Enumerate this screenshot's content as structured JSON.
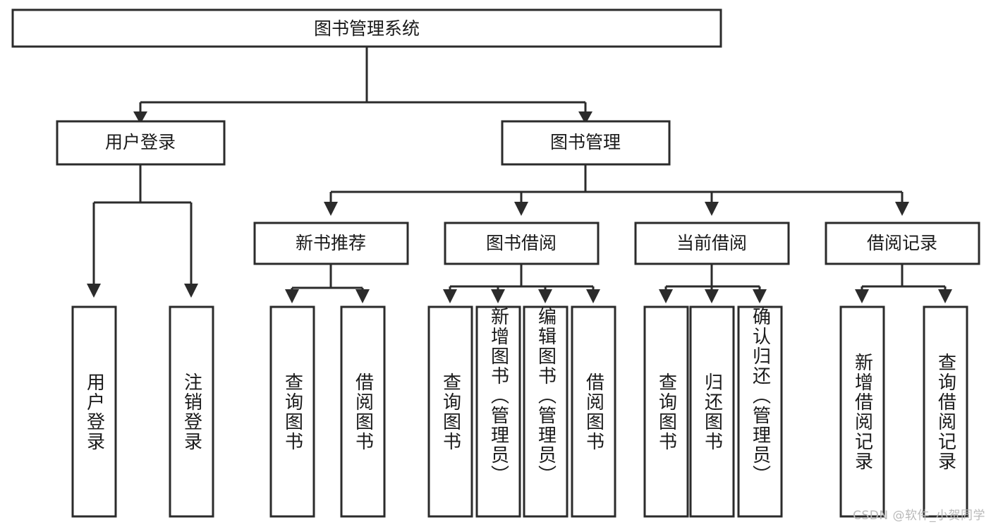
{
  "diagram": {
    "title_node": {
      "label": "图书管理系统"
    },
    "level2": [
      {
        "id": "user-login",
        "label": "用户登录"
      },
      {
        "id": "book-management",
        "label": "图书管理"
      }
    ],
    "level3": [
      {
        "id": "new-book-recommend",
        "label": "新书推荐"
      },
      {
        "id": "book-borrow",
        "label": "图书借阅"
      },
      {
        "id": "current-borrow",
        "label": "当前借阅"
      },
      {
        "id": "borrow-record",
        "label": "借阅记录"
      }
    ],
    "leaves": [
      {
        "id": "leaf-user-login",
        "label": "用户登录",
        "parent": "user-login"
      },
      {
        "id": "leaf-logout-login",
        "label": "注销登录",
        "parent": "user-login"
      },
      {
        "id": "leaf-query-book-1",
        "label": "查询图书",
        "parent": "new-book-recommend"
      },
      {
        "id": "leaf-borrow-book-1",
        "label": "借阅图书",
        "parent": "new-book-recommend"
      },
      {
        "id": "leaf-query-book-2",
        "label": "查询图书",
        "parent": "book-borrow"
      },
      {
        "id": "leaf-add-book",
        "label": "新增图书（管理员）",
        "parent": "book-borrow"
      },
      {
        "id": "leaf-edit-book",
        "label": "编辑图书（管理员）",
        "parent": "book-borrow"
      },
      {
        "id": "leaf-borrow-book-2",
        "label": "借阅图书",
        "parent": "book-borrow"
      },
      {
        "id": "leaf-query-book-3",
        "label": "查询图书",
        "parent": "current-borrow"
      },
      {
        "id": "leaf-return-book",
        "label": "归还图书",
        "parent": "current-borrow"
      },
      {
        "id": "leaf-confirm-return",
        "label": "确认归还（管理员）",
        "parent": "current-borrow"
      },
      {
        "id": "leaf-add-record",
        "label": "新增借阅记录",
        "parent": "borrow-record"
      },
      {
        "id": "leaf-query-record",
        "label": "查询借阅记录",
        "parent": "borrow-record"
      }
    ],
    "colors": {
      "stroke": "#2b2b2b",
      "fill": "#ffffff",
      "text": "#1a1a1a",
      "watermark": "#b9b9b9"
    }
  },
  "watermark": {
    "text": "CSDN @软件_小贺同学"
  }
}
